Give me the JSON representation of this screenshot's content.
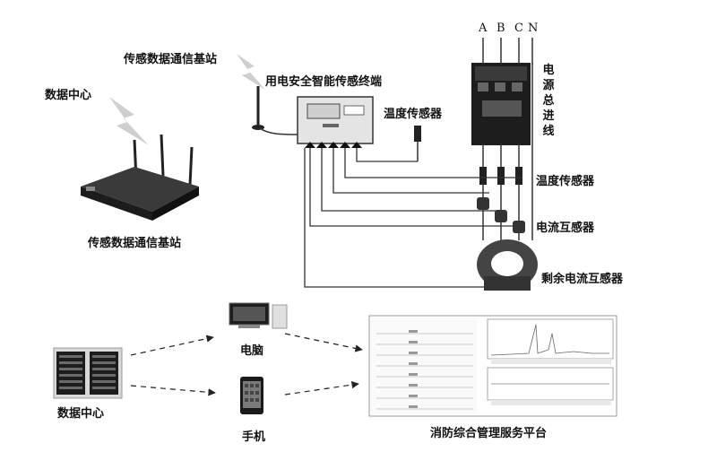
{
  "labels": {
    "base_station_top": "传感数据通信基站",
    "data_center_top": "数据中心",
    "terminal": "用电安全智能传感终端",
    "temp_sensor_1": "温度传感器",
    "main_incoming": "电源总进线",
    "temp_sensor_2": "温度传感器",
    "current_transformer": "电流互感器",
    "residual_ct": "剩余电流互感器",
    "base_station_bottom": "传感数据通信基站",
    "computer": "电脑",
    "phone": "手机",
    "data_center_bottom": "数据中心",
    "platform": "消防综合管理服务平台"
  },
  "phases": [
    "A",
    "B",
    "C",
    "N"
  ],
  "icons": {
    "router": "router-icon",
    "terminal": "terminal-device-icon",
    "breaker": "breaker-icon",
    "server": "server-rack-icon",
    "computer": "desktop-computer-icon",
    "phone": "smartphone-icon",
    "dashboard": "dashboard-screen-icon",
    "wireless": "lightning-signal-icon"
  },
  "colors": {
    "line": "#333333",
    "device_dark": "#2a2a2a",
    "signal": "#c8c8c8"
  }
}
